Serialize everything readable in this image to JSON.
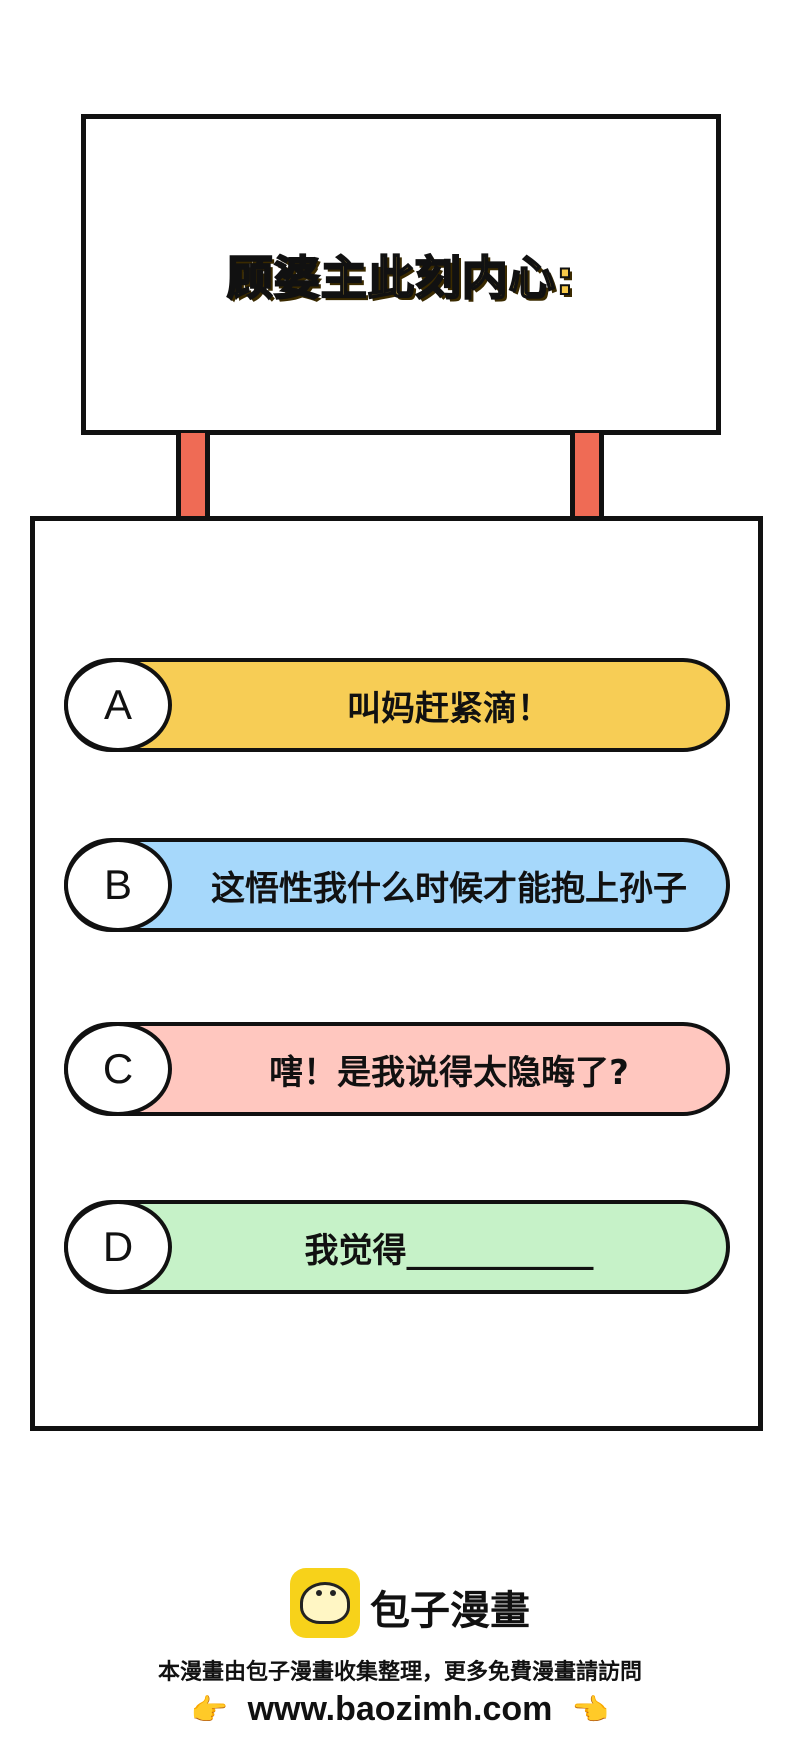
{
  "sign": {
    "title": "顾婆主此刻内心:"
  },
  "options": [
    {
      "letter": "A",
      "text": "叫妈赶紧滴！",
      "color": "#f7cd55"
    },
    {
      "letter": "B",
      "text": "这悟性我什么时候才能抱上孙子",
      "color": "#a6d8fb"
    },
    {
      "letter": "C",
      "text": "嗐！是我说得太隐晦了?",
      "color": "#ffc7bf"
    },
    {
      "letter": "D",
      "text": "我觉得___________",
      "color": "#c6f2c8"
    }
  ],
  "footer": {
    "brand": "包子漫畫",
    "note": "本漫畫由包子漫畫收集整理，更多免費漫畫請訪問",
    "url": "www.baozimh.com",
    "hand_left": "👉",
    "hand_right": "👈"
  }
}
